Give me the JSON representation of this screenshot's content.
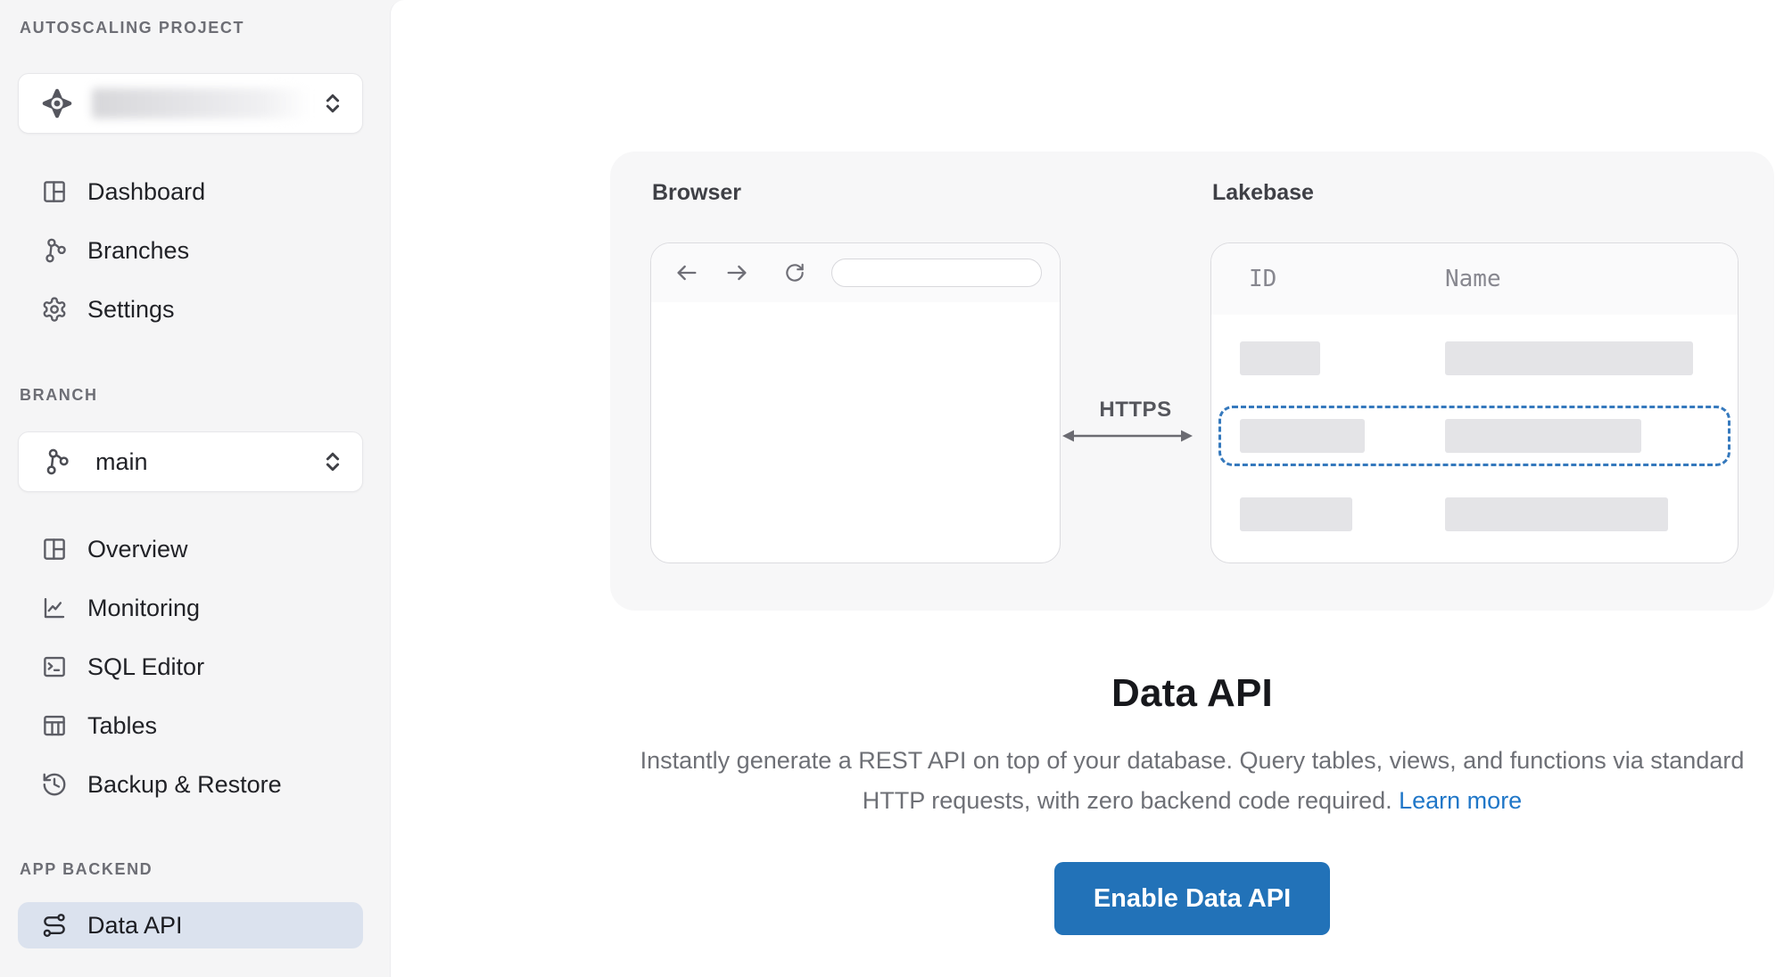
{
  "sidebar": {
    "sections": [
      {
        "label": "AUTOSCALING PROJECT"
      },
      {
        "label": "BRANCH"
      },
      {
        "label": "APP BACKEND"
      }
    ],
    "project_selector": {
      "name_hidden": true
    },
    "branch_selector": {
      "value": "main"
    },
    "nav_project": [
      {
        "label": "Dashboard"
      },
      {
        "label": "Branches"
      },
      {
        "label": "Settings"
      }
    ],
    "nav_branch": [
      {
        "label": "Overview"
      },
      {
        "label": "Monitoring"
      },
      {
        "label": "SQL Editor"
      },
      {
        "label": "Tables"
      },
      {
        "label": "Backup & Restore"
      }
    ],
    "nav_backend": [
      {
        "label": "Data API",
        "active": true
      }
    ]
  },
  "main": {
    "figure": {
      "browser_label": "Browser",
      "lakebase_label": "Lakebase",
      "protocol_label": "HTTPS",
      "table_headers": [
        "ID",
        "Name"
      ]
    },
    "title": "Data API",
    "description": "Instantly generate a REST API on top of your database. Query tables, views, and functions via standard HTTP requests, with zero backend code required.",
    "learn_more_label": "Learn more",
    "enable_button_label": "Enable Data API"
  },
  "colors": {
    "accent_blue": "#2272b8",
    "link_blue": "#2077c8",
    "dashed_row_blue": "#3579bd",
    "active_item_bg": "#dbe2ee",
    "sidebar_bg": "#f5f5f6",
    "card_bg": "#f7f7f8"
  }
}
